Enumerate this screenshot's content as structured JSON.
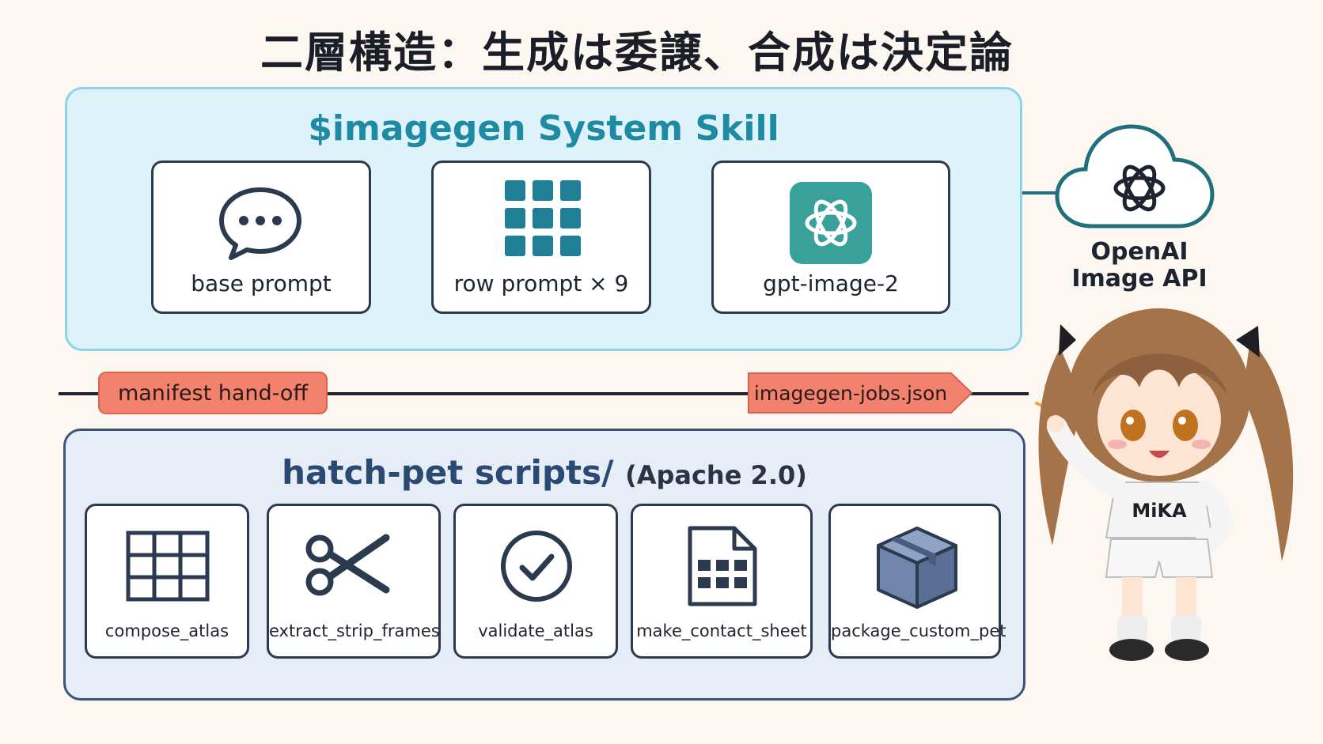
{
  "title": "二層構造：生成は委譲、合成は決定論",
  "generation_panel": {
    "title": "$imagegen System Skill",
    "cards": [
      {
        "label": "base prompt",
        "icon": "speech-bubble-icon"
      },
      {
        "label": "row prompt × 9",
        "icon": "grid-3x3-icon"
      },
      {
        "label": "gpt-image-2",
        "icon": "openai-logo-icon"
      }
    ]
  },
  "api": {
    "line1": "OpenAI",
    "line2": "Image API",
    "icon": "cloud-openai-icon"
  },
  "handoff": {
    "left_tag": "manifest hand-off",
    "right_tag": "imagegen-jobs.json"
  },
  "composition_panel": {
    "title": "hatch-pet scripts/",
    "subtitle": "(Apache 2.0)",
    "scripts": [
      {
        "label": "compose_atlas",
        "icon": "table-grid-icon"
      },
      {
        "label": "extract_strip_frames",
        "icon": "scissors-icon"
      },
      {
        "label": "validate_atlas",
        "icon": "check-circle-icon"
      },
      {
        "label": "make_contact_sheet",
        "icon": "document-grid-icon"
      },
      {
        "label": "package_custom_pet",
        "icon": "package-box-icon"
      }
    ]
  },
  "mascot": {
    "shirt_text": "MiKA"
  },
  "colors": {
    "top_panel_bg": "#def3f9",
    "top_panel_border": "#8fd3ea",
    "top_title": "#1f8aa3",
    "bottom_panel_bg": "#e7edf7",
    "bottom_panel_border": "#3b5478",
    "bottom_title": "#2a4a73",
    "tag_fill": "#f2826e",
    "teal_icon": "#1f7f96"
  }
}
